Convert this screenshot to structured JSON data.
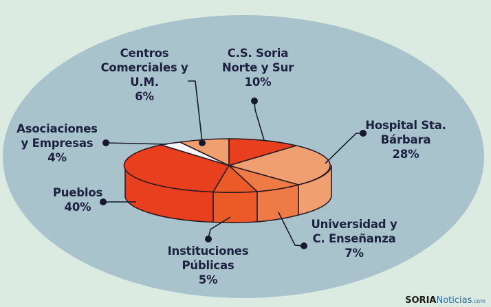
{
  "chart_data": {
    "type": "pie",
    "style": "3d",
    "title": "",
    "categories": [
      "C.S. Soria Norte y Sur",
      "Hospital Sta. Bárbara",
      "Universidad y C. Enseñanza",
      "Instituciones Públicas",
      "Pueblos",
      "Asociaciones y Empresas",
      "Centros Comerciales y U.M."
    ],
    "values": [
      10,
      28,
      7,
      5,
      40,
      4,
      6
    ],
    "unit": "%",
    "legend": "none (callout labels)"
  },
  "colors": {
    "background": "#dcebe2",
    "ellipse": "#a9c3cc",
    "text": "#1c2140",
    "slice_red": "#e8401f",
    "slice_orange": "#ee6a35",
    "slice_light": "#f0a070",
    "slice_white": "#f6f8fb"
  },
  "labels": {
    "centros": {
      "line1": "Centros",
      "line2": "Comerciales y",
      "line3": "U.M.",
      "pct": "6%"
    },
    "cs_soria": {
      "line1": "C.S. Soria",
      "line2": "Norte y Sur",
      "pct": "10%"
    },
    "hospital": {
      "line1": "Hospital Sta.",
      "line2": "Bárbara",
      "pct": "28%"
    },
    "asociaciones": {
      "line1": "Asociaciones",
      "line2": "y Empresas",
      "pct": "4%"
    },
    "pueblos": {
      "line1": "Pueblos",
      "pct": "40%"
    },
    "universidad": {
      "line1": "Universidad y",
      "line2": "C. Enseñanza",
      "pct": "7%"
    },
    "instituciones": {
      "line1": "Instituciones",
      "line2": "Públicas",
      "pct": "5%"
    }
  },
  "brand": {
    "part1": "SORIA",
    "part2": "Noticias",
    "part3": ".com"
  }
}
